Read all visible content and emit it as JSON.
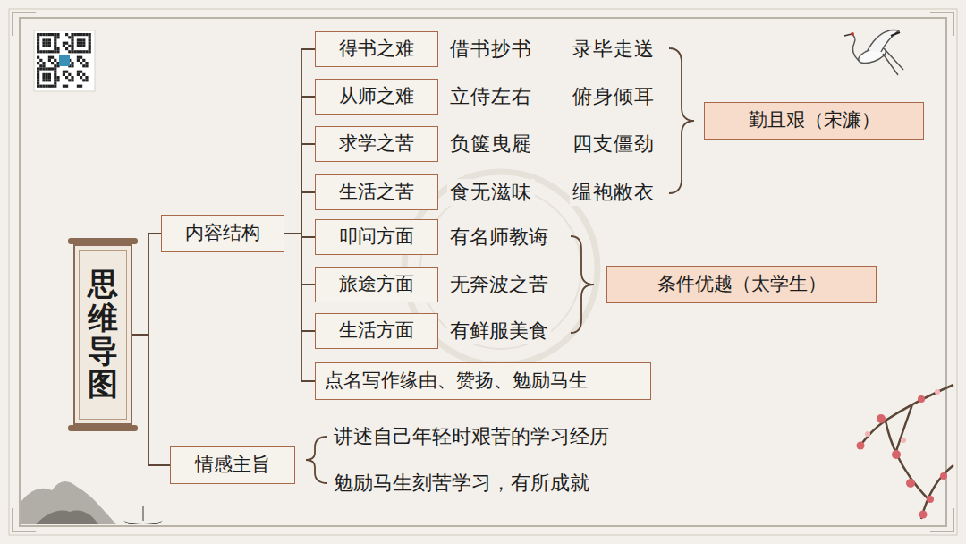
{
  "diagram": {
    "nodes": [
      {
        "text": [
          "思维导图"
        ]
      },
      {
        "text": [
          "内容结构"
        ]
      },
      {
        "text": [
          "得书之难"
        ]
      },
      {
        "text": [
          "从师之难"
        ]
      },
      {
        "text": [
          "求学之苦"
        ]
      },
      {
        "text": [
          "生活之苦"
        ]
      },
      {
        "text": [
          "叩问方面"
        ]
      },
      {
        "text": [
          "旅途方面"
        ]
      },
      {
        "text": [
          "生活方面"
        ]
      },
      {
        "text": [
          "点名写作缘由、赞扬、勉励马生"
        ]
      },
      {
        "text": [
          "勤且艰（宋濂）"
        ]
      },
      {
        "text": [
          "条件优越（太学生）"
        ]
      },
      {
        "text": [
          "情感主旨"
        ]
      }
    ],
    "edges": [
      {
        "from": 0,
        "to": 1,
        "arrow": "none"
      },
      {
        "from": 0,
        "to": 12,
        "arrow": "none"
      },
      {
        "from": 1,
        "to": 2,
        "arrow": "none"
      },
      {
        "from": 1,
        "to": 3,
        "arrow": "none"
      },
      {
        "from": 1,
        "to": 4,
        "arrow": "none"
      },
      {
        "from": 1,
        "to": 5,
        "arrow": "none"
      },
      {
        "from": 1,
        "to": 6,
        "arrow": "none"
      },
      {
        "from": 1,
        "to": 7,
        "arrow": "none"
      },
      {
        "from": 1,
        "to": 8,
        "arrow": "none"
      },
      {
        "from": 1,
        "to": 9,
        "arrow": "none"
      }
    ],
    "labels": [
      "借书抄书",
      "录毕走送",
      "立侍左右",
      "俯身倾耳",
      "负箧曳屣",
      "四支僵劲",
      "食无滋味",
      "缊袍敝衣",
      "有名师教诲",
      "无奔波之苦",
      "有鲜服美食",
      "讲述自己年轻时艰苦的学习经历",
      "勉励马生刻苦学习，有所成就"
    ]
  }
}
